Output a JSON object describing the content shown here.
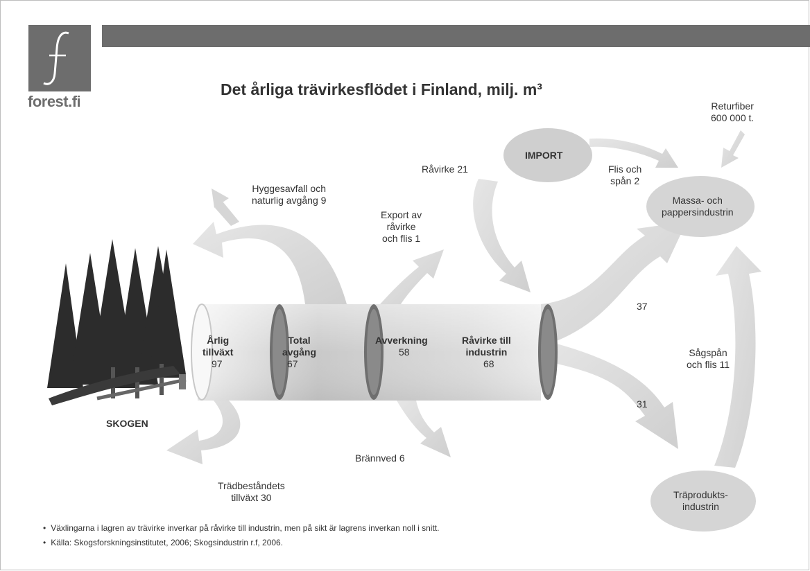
{
  "logo": {
    "text": "forest.fi"
  },
  "title": "Det årliga trävirkesflödet i Finland, milj. m³",
  "nodes": {
    "import": "IMPORT",
    "massa": [
      "Massa- och",
      "pappersindustrin"
    ],
    "traprodukt": [
      "Träprodukts-",
      "industrin"
    ],
    "skogen": "SKOGEN"
  },
  "stages": {
    "arlig": {
      "label": [
        "Årlig",
        "tillväxt"
      ],
      "value": "97"
    },
    "total": {
      "label": [
        "Total",
        "avgång"
      ],
      "value": "67"
    },
    "avverkning": {
      "label": [
        "Avverkning"
      ],
      "value": "58"
    },
    "ravirke": {
      "label": [
        "Råvirke till",
        "industrin"
      ],
      "value": "68"
    }
  },
  "flows": {
    "returfiber": [
      "Returfiber",
      "600 000 t."
    ],
    "flis_span": [
      "Flis och",
      "spån 2"
    ],
    "ravirke_import": "Råvirke 21",
    "hyggesavfall": [
      "Hyggesavfall och",
      "naturlig avgång 9"
    ],
    "export": [
      "Export av",
      "råvirke",
      "och flis 1"
    ],
    "brannved": "Brännved 6",
    "tradbestandets": [
      "Trädbeståndets",
      "tillväxt 30"
    ],
    "to_massa": "37",
    "to_traprodukt": "31",
    "sagspan": [
      "Sågspån",
      "och flis 11"
    ]
  },
  "notes": [
    "Växlingarna i lagren av trävirke inverkar på råvirke till industrin, men på sikt är lagrens inverkan noll i snitt.",
    "Källa: Skogsforskningsinstitutet, 2006; Skogsindustrin r.f, 2006."
  ]
}
